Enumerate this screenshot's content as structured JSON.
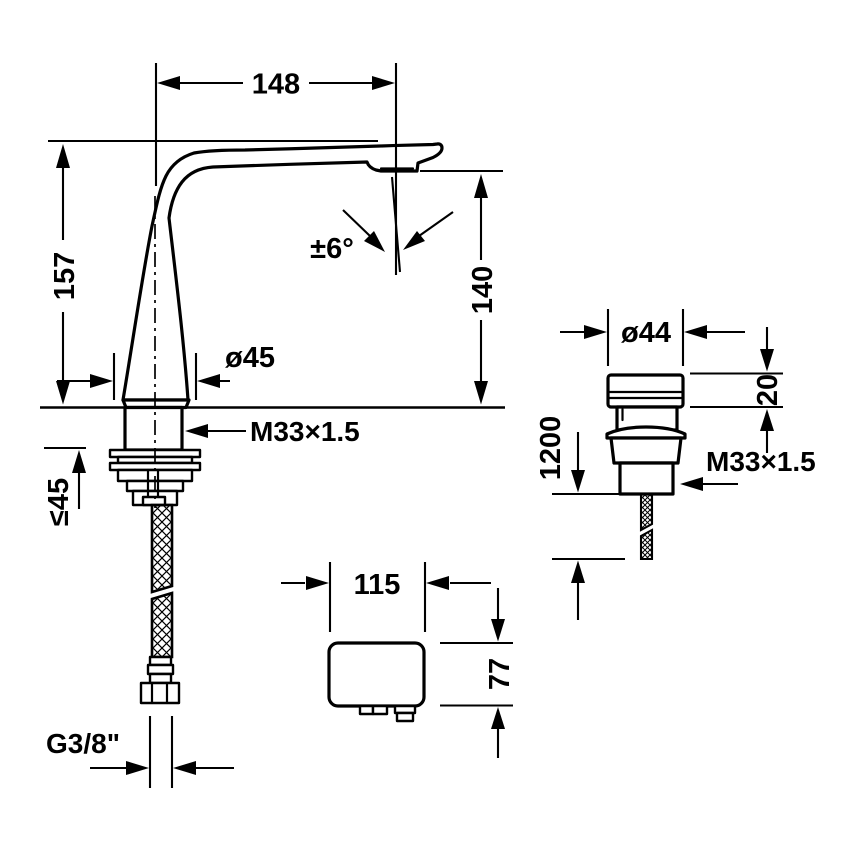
{
  "drawing": {
    "description": "Faucet technical installation drawing, front view with remote control handle, connection box and supply hose",
    "background": "#ffffff",
    "line_color": "#000000",
    "labels": {
      "spout_reach": "148",
      "body_height": "157",
      "outlet_height": "140",
      "swivel_angle": "±6°",
      "base_diameter": "ø45",
      "body_thread": "M33×1.5",
      "max_counter_thickness": "≤45",
      "hose_thread": "G3/8\"",
      "control_box_width": "115",
      "control_box_height": "77",
      "handle_diameter": "ø44",
      "handle_cap_height": "20",
      "cable_length": "1200",
      "handle_thread": "M33×1.5"
    }
  }
}
